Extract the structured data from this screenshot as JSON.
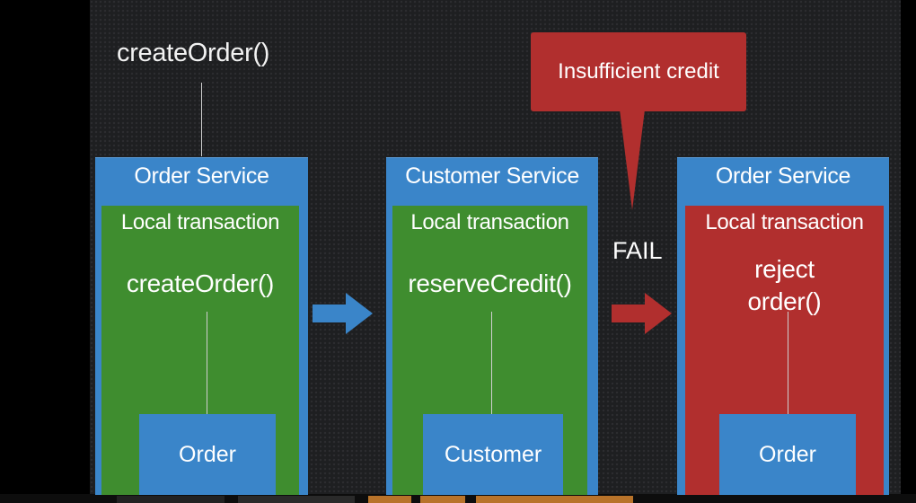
{
  "top_call": "createOrder()",
  "callout": "Insufficient credit",
  "fail_label": "FAIL",
  "services": [
    {
      "title": "Order Service",
      "transaction_label": "Local transaction",
      "call": "createOrder()",
      "entity": "Order",
      "status": "ok"
    },
    {
      "title": "Customer Service",
      "transaction_label": "Local transaction",
      "call": "reserveCredit()",
      "entity": "Customer",
      "status": "ok"
    },
    {
      "title": "Order Service",
      "transaction_label": "Local transaction",
      "call_line1": "reject",
      "call_line2": "order()",
      "entity": "Order",
      "status": "failed"
    }
  ],
  "colors": {
    "service": "#3a85c9",
    "transaction_ok": "#3f8d2f",
    "transaction_failed": "#b12f2e",
    "arrow_ok": "#3a85c9",
    "arrow_fail": "#b12f2e",
    "background": "#1e1f21"
  }
}
